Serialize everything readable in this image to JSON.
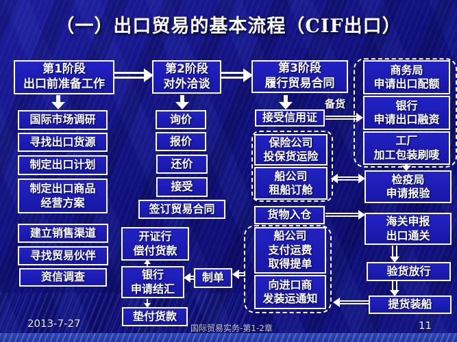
{
  "slide": {
    "title": "（一）出口贸易的基本流程（CIF出口）",
    "footer_date": "2013-7-27",
    "footer_course": "国际贸易实务-第1-2章",
    "page_number": "11",
    "beihuo_label": "备货"
  },
  "colors": {
    "background": "#10107c",
    "box_fill": "#1b1bb5",
    "box_border": "#ffffff",
    "text": "#ffffff"
  },
  "nodes": {
    "stage1": "第1阶段\n出口前准备工作",
    "market_research": "国际市场调研",
    "find_source": "寻找出口货源",
    "export_plan": "制定出口计划",
    "product_plan": "制定出口商品\n经营方案",
    "sales_channel": "建立销售渠道",
    "find_partner": "寻找贸易伙伴",
    "credit_check": "资信调查",
    "stage2": "第2阶段\n对外洽谈",
    "inquiry": "询价",
    "offer": "报价",
    "counter_offer": "还价",
    "accept": "接受",
    "sign_contract": "签订贸易合同",
    "issuing_bank": "开证行\n偿付货款",
    "bank_settle": "银行\n申请结汇",
    "advance_pay": "垫付货款",
    "make_docs": "制单",
    "stage3": "第3阶段\n履行贸易合同",
    "accept_lc": "接受信用证",
    "insurance": "保险公司\n投保货运险",
    "charter": "船公司\n租船订舱",
    "warehouse": "货物入仓",
    "freight_bl": "船公司\n支付运费\n取得提单",
    "ship_advice": "向进口商\n发装运通知",
    "quota": "商务局\n申请出口配额",
    "financing": "银行\n申请出口融资",
    "factory": "工厂\n加工包装刷唛",
    "inspection": "检疫局\n申请报验",
    "customs": "海关申报\n出口通关",
    "release": "验货放行",
    "loading": "提货装船"
  }
}
